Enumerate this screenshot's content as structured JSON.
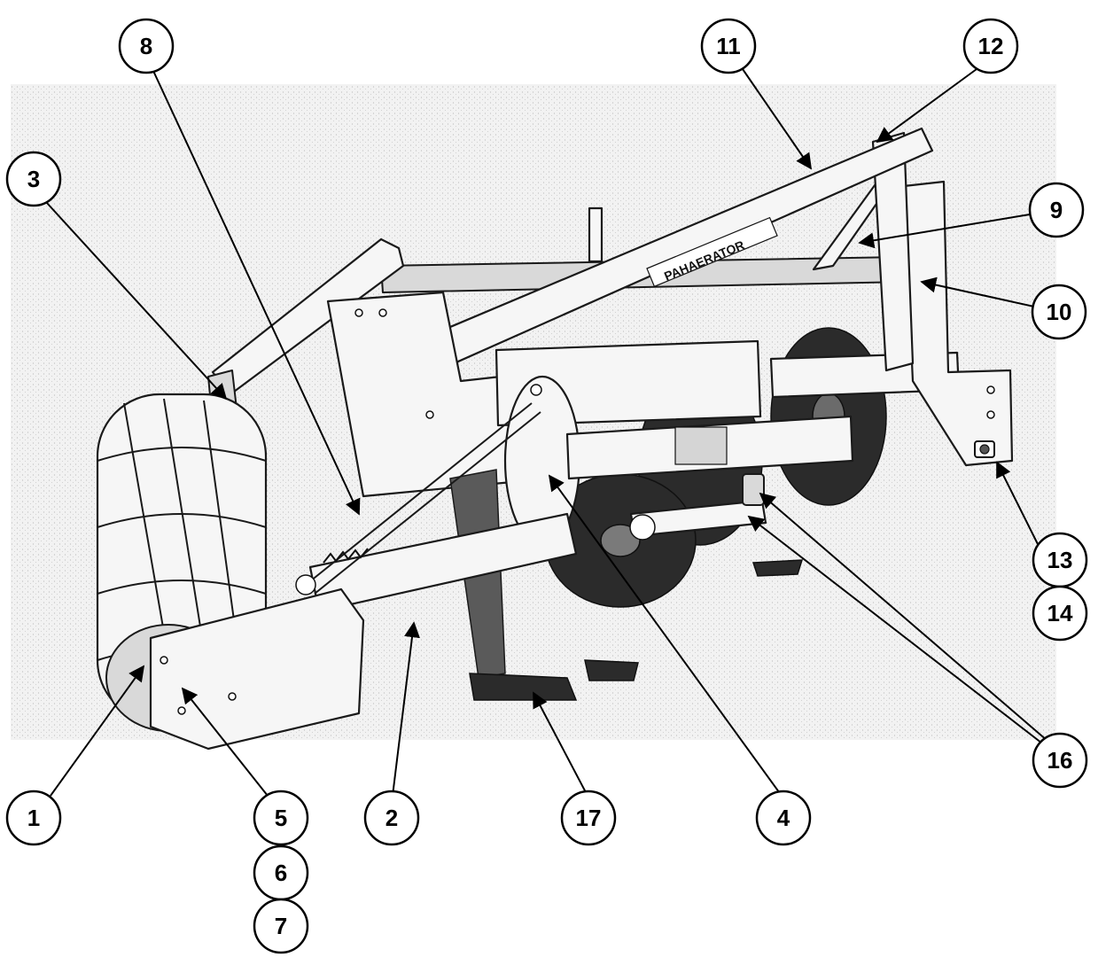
{
  "decal": {
    "brand_text": "PAHAERATOR"
  },
  "callouts": [
    {
      "id": "c1",
      "label": "1"
    },
    {
      "id": "c2",
      "label": "2"
    },
    {
      "id": "c3",
      "label": "3"
    },
    {
      "id": "c4",
      "label": "4"
    },
    {
      "id": "c5",
      "label": "5"
    },
    {
      "id": "c6",
      "label": "6"
    },
    {
      "id": "c7",
      "label": "7"
    },
    {
      "id": "c8",
      "label": "8"
    },
    {
      "id": "c9",
      "label": "9"
    },
    {
      "id": "c10",
      "label": "10"
    },
    {
      "id": "c11",
      "label": "11"
    },
    {
      "id": "c12",
      "label": "12"
    },
    {
      "id": "c13",
      "label": "13"
    },
    {
      "id": "c14",
      "label": "14"
    },
    {
      "id": "c16",
      "label": "16"
    },
    {
      "id": "c17",
      "label": "17"
    }
  ]
}
